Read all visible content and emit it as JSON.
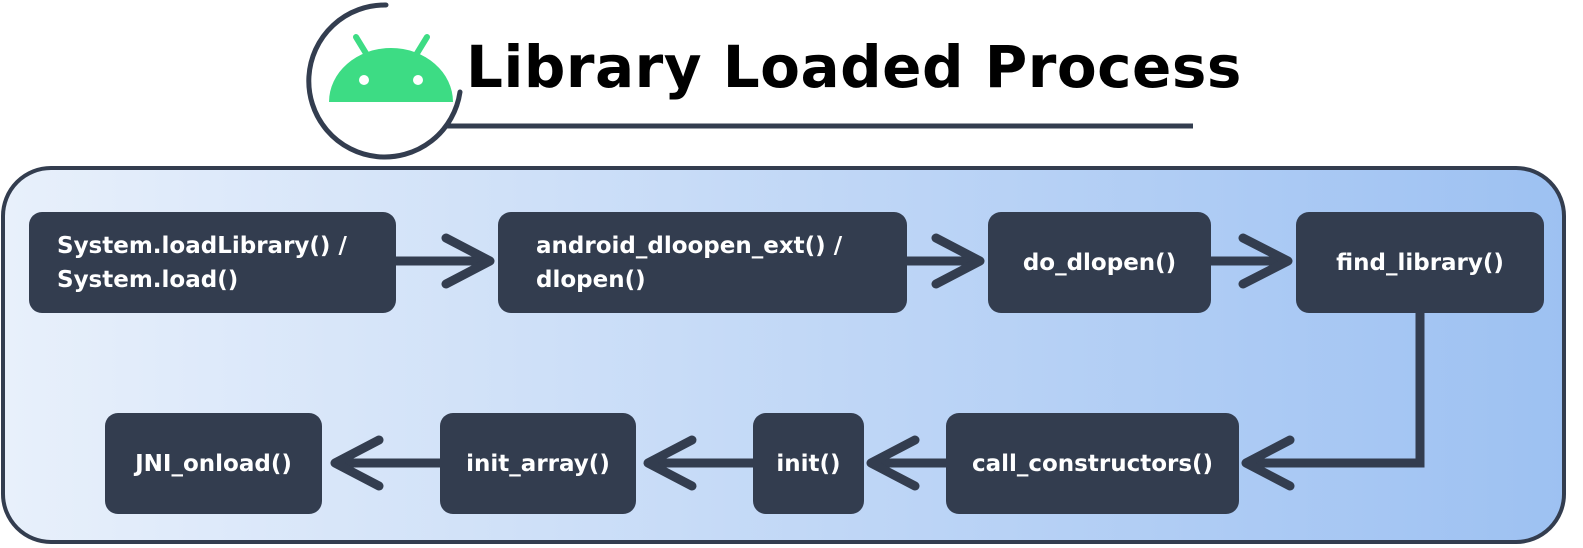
{
  "title": "Library Loaded Process",
  "logo": {
    "icon": "android-head-icon",
    "color": "#3ddc84"
  },
  "colors": {
    "node_fill": "#333d4f",
    "node_text": "#ffffff",
    "arrow": "#333d4f",
    "panel_gradient_start": "#e8f0fb",
    "panel_gradient_end": "#9dc1f2",
    "panel_border": "#333d4f"
  },
  "nodes": {
    "system_load": {
      "line1": "System.loadLibrary()  /",
      "line2": "System.load()"
    },
    "android_dlopen": {
      "line1": "android_dloopen_ext()  /",
      "line2": "dlopen()"
    },
    "do_dlopen": {
      "label": "do_dlopen()"
    },
    "find_library": {
      "label": "find_library()"
    },
    "call_constructors": {
      "label": "call_constructors()"
    },
    "init": {
      "label": "init()"
    },
    "init_array": {
      "label": "init_array()"
    },
    "jni_onload": {
      "label": "JNI_onload()"
    }
  }
}
